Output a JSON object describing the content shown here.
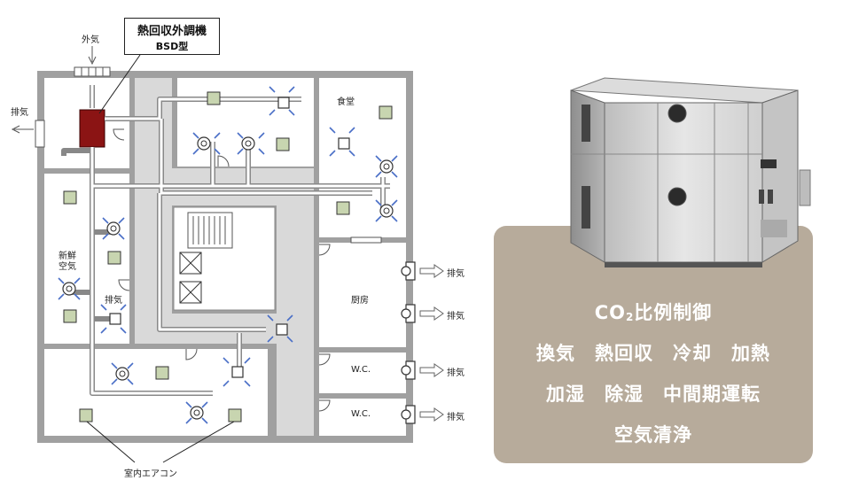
{
  "unit": {
    "name": "熱回収外調機",
    "model": "BSD型"
  },
  "plan_labels": {
    "outside_air": "外気",
    "exhaust": "排気",
    "dining": "食堂",
    "fresh_air_line1": "新鮮",
    "fresh_air_line2": "空気",
    "kitchen": "厨房",
    "wc": "W.C.",
    "indoor_ac": "室内エアコン"
  },
  "features": {
    "co2_main": "CO",
    "co2_sub": "2",
    "co2_rest": " 比例制御",
    "row2": [
      "換気",
      "熱回収",
      "冷却",
      "加熱"
    ],
    "row3": [
      "加湿",
      "除湿",
      "中間期運転"
    ],
    "row4": [
      "空気清浄"
    ]
  },
  "colors": {
    "unit_red": "#8b1414",
    "corridor_gray": "#d9d9d9",
    "wall_gray": "#a0a0a0",
    "panel_tan": "#b7ab9b",
    "ac_green": "#c8d5b0",
    "diffuser_blue": "#4a6fc7"
  }
}
